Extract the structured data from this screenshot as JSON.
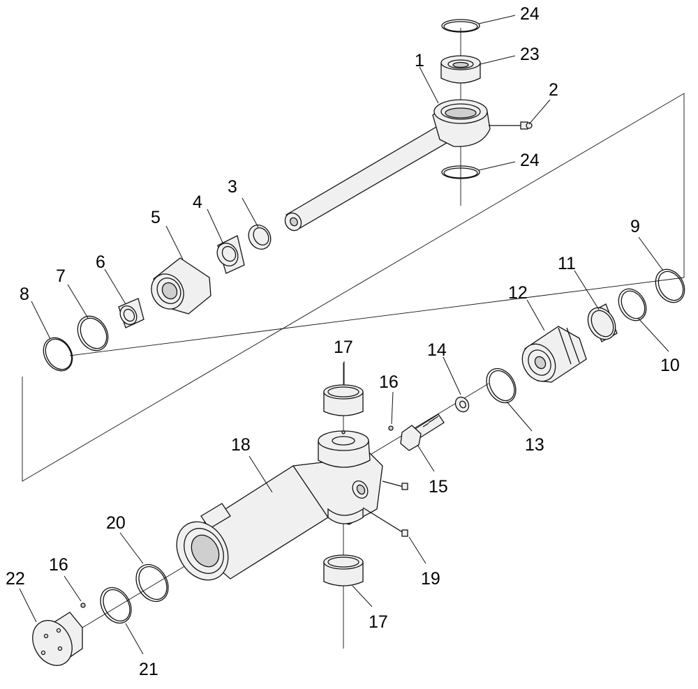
{
  "diagram": {
    "callouts": [
      {
        "id": "c1",
        "label": "1"
      },
      {
        "id": "c2",
        "label": "2"
      },
      {
        "id": "c3",
        "label": "3"
      },
      {
        "id": "c4",
        "label": "4"
      },
      {
        "id": "c5",
        "label": "5"
      },
      {
        "id": "c6",
        "label": "6"
      },
      {
        "id": "c7",
        "label": "7"
      },
      {
        "id": "c8",
        "label": "8"
      },
      {
        "id": "c9",
        "label": "9"
      },
      {
        "id": "c10",
        "label": "10"
      },
      {
        "id": "c11",
        "label": "11"
      },
      {
        "id": "c12",
        "label": "12"
      },
      {
        "id": "c13",
        "label": "13"
      },
      {
        "id": "c14",
        "label": "14"
      },
      {
        "id": "c15",
        "label": "15"
      },
      {
        "id": "c16a",
        "label": "16"
      },
      {
        "id": "c16b",
        "label": "16"
      },
      {
        "id": "c17a",
        "label": "17"
      },
      {
        "id": "c17b",
        "label": "17"
      },
      {
        "id": "c18",
        "label": "18"
      },
      {
        "id": "c19",
        "label": "19"
      },
      {
        "id": "c20",
        "label": "20"
      },
      {
        "id": "c21",
        "label": "21"
      },
      {
        "id": "c22",
        "label": "22"
      },
      {
        "id": "c23",
        "label": "23"
      },
      {
        "id": "c24a",
        "label": "24"
      },
      {
        "id": "c24b",
        "label": "24"
      }
    ]
  }
}
